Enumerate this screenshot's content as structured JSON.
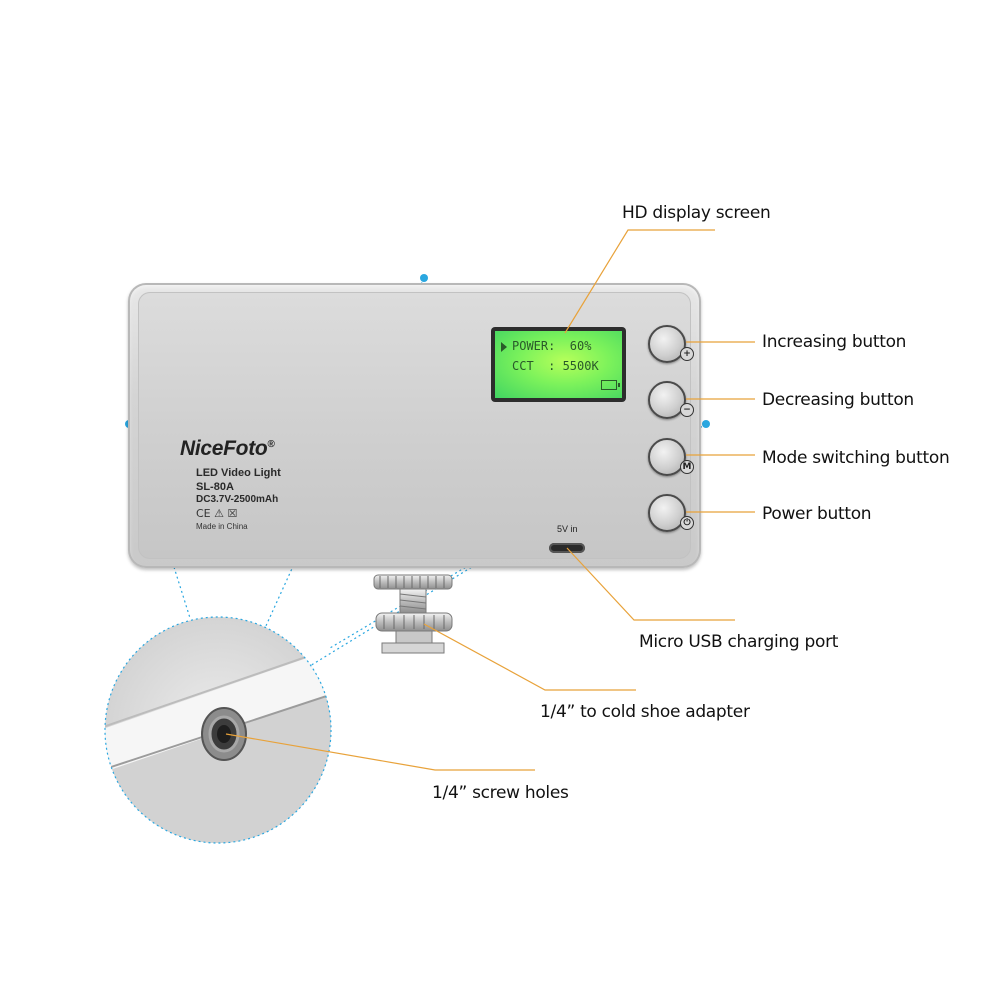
{
  "device": {
    "brand": "NiceFoto",
    "registered_mark": "®",
    "spec_line_1": "LED Video Light",
    "spec_line_2": "SL-80A",
    "spec_line_3": "DC3.7V-2500mAh",
    "cert_marks": "CE ⚠ ☒",
    "made_in": "Made in China",
    "usb_label": "5V in"
  },
  "lcd": {
    "line1": "POWER:  60%",
    "line2": "CCT  : 5500K"
  },
  "buttons": {
    "increase_symbol": "+",
    "decrease_symbol": "−",
    "mode_symbol": "M",
    "power_symbol": "⏻"
  },
  "callouts": {
    "hd_display": "HD display screen",
    "increasing": "Increasing button",
    "decreasing": "Decreasing button",
    "mode": "Mode switching button",
    "power": "Power button",
    "usb": "Micro USB charging port",
    "cold_shoe": "1/4” to cold shoe adapter",
    "screw_holes": "1/4” screw holes"
  },
  "colors": {
    "leader_line": "#e8a23a",
    "dashed_line": "#2aa7e0",
    "lcd_green": "#7cf25b"
  }
}
